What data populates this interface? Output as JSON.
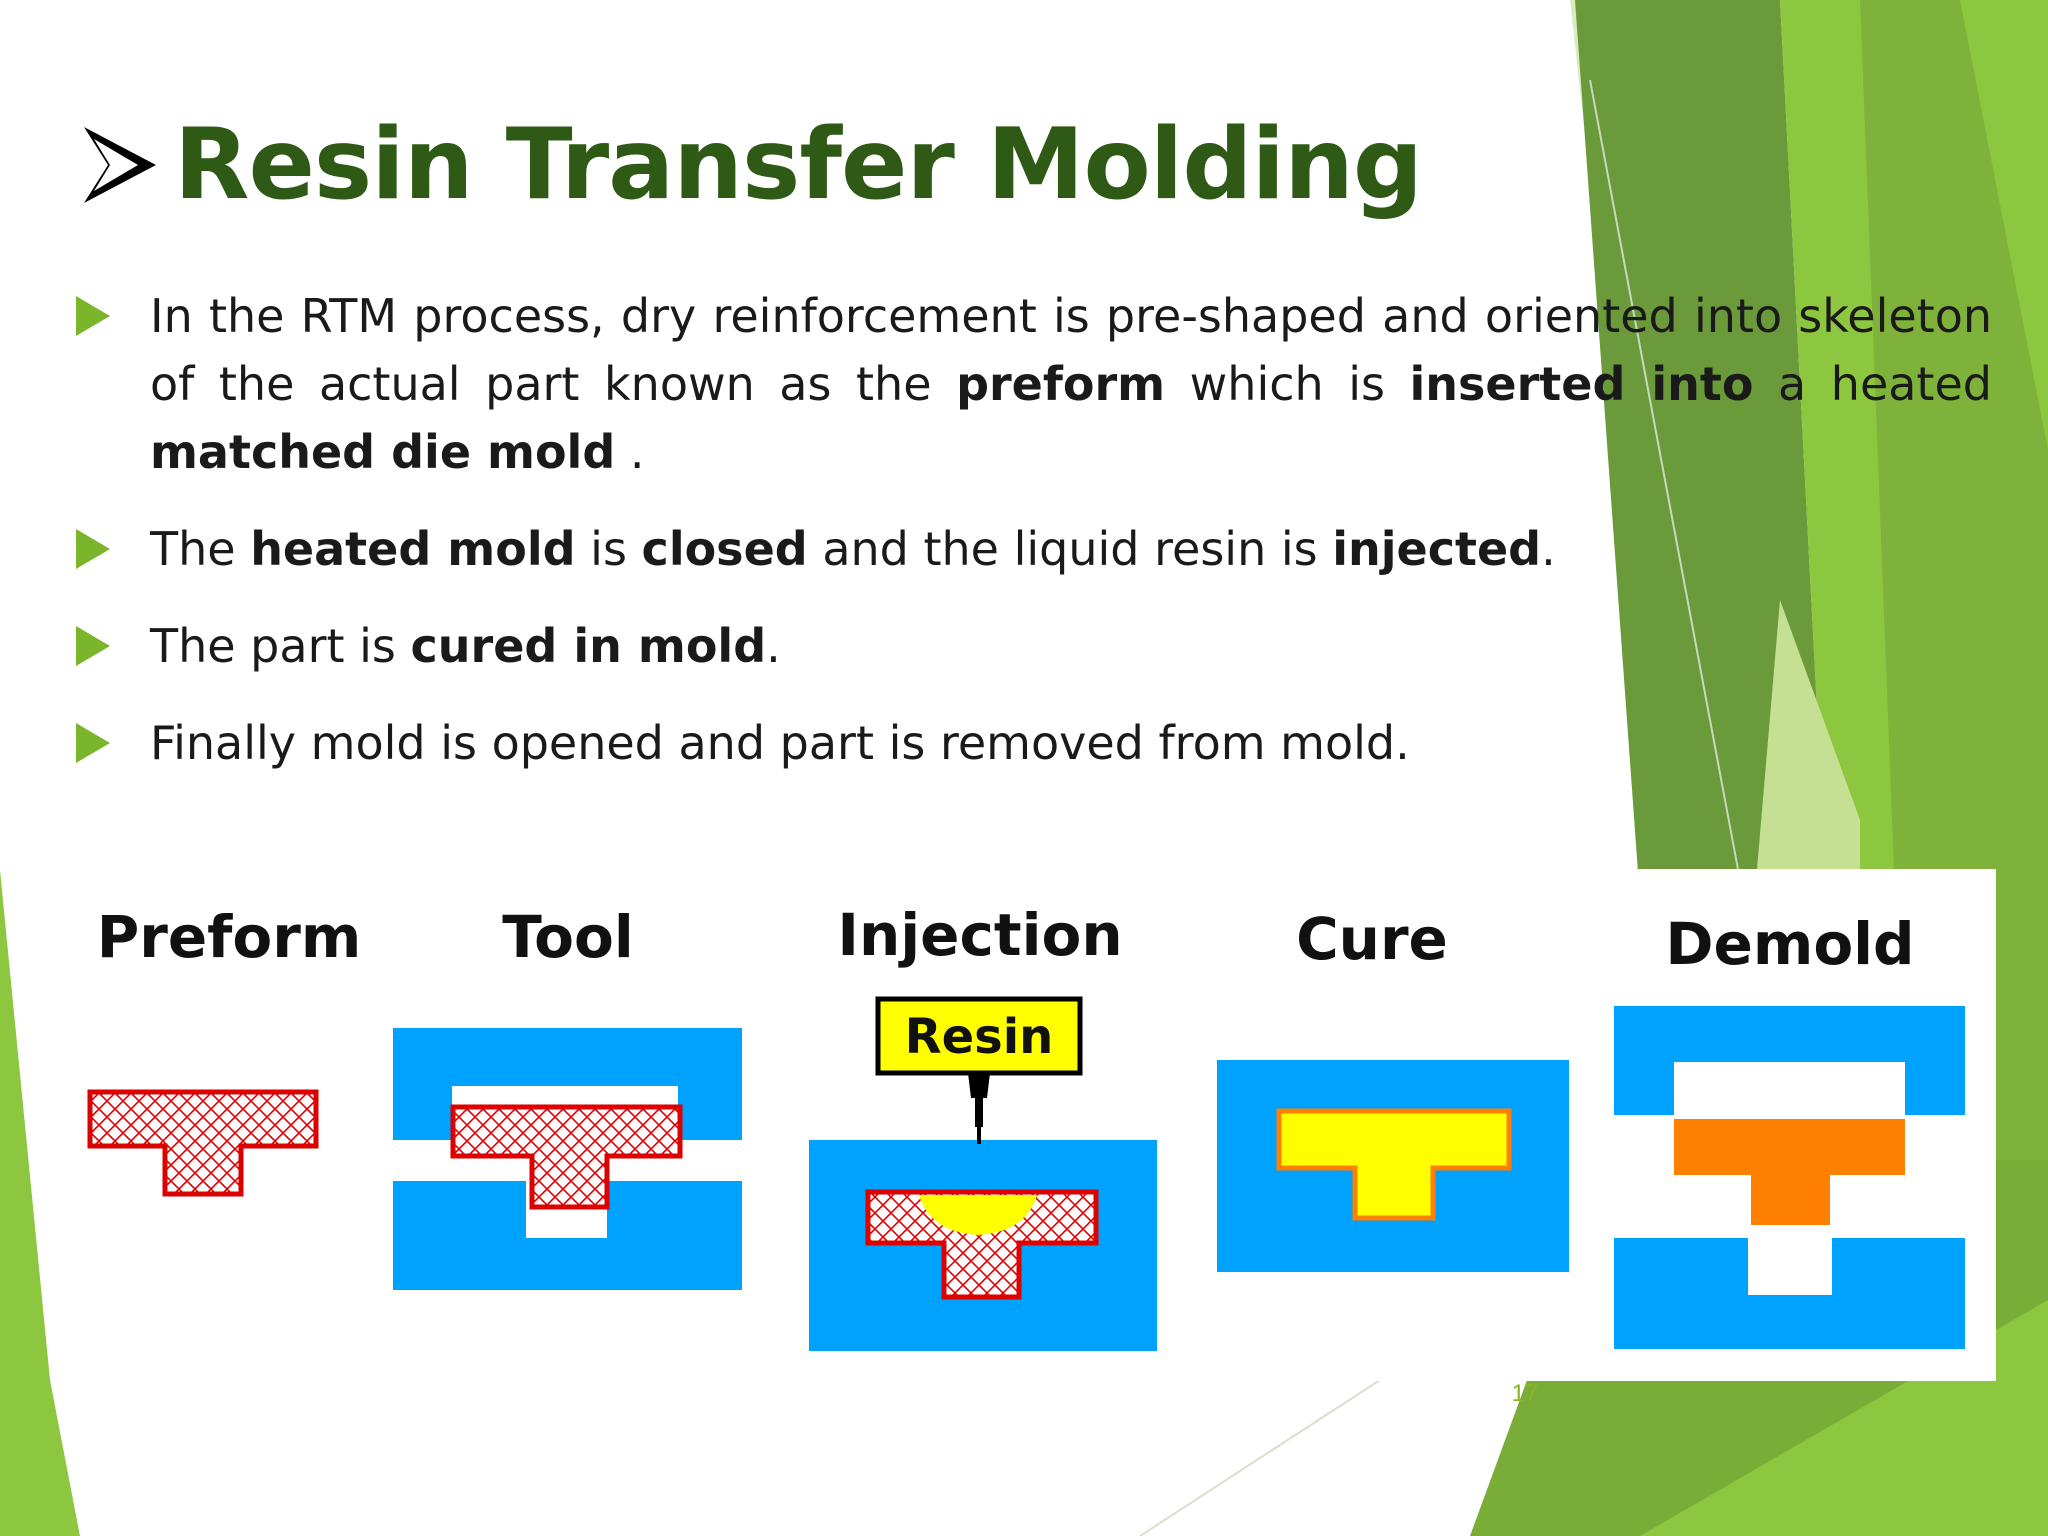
{
  "slide": {
    "title": "Resin Transfer Molding",
    "bullets": [
      {
        "segments": [
          {
            "text": "In the RTM process, dry reinforcement is pre-shaped and oriented into skeleton of the actual part known as the ",
            "bold": false
          },
          {
            "text": "preform",
            "bold": true
          },
          {
            "text": " which is ",
            "bold": false
          },
          {
            "text": "inserted into",
            "bold": true
          },
          {
            "text": " a heated ",
            "bold": false
          },
          {
            "text": "matched die mold",
            "bold": true
          },
          {
            "text": " .",
            "bold": false
          }
        ]
      },
      {
        "segments": [
          {
            "text": "The ",
            "bold": false
          },
          {
            "text": "heated mold",
            "bold": true
          },
          {
            "text": " is ",
            "bold": false
          },
          {
            "text": "closed",
            "bold": true
          },
          {
            "text": " and the liquid resin is ",
            "bold": false
          },
          {
            "text": "injected",
            "bold": true
          },
          {
            "text": ".",
            "bold": false
          }
        ]
      },
      {
        "segments": [
          {
            "text": "The part is ",
            "bold": false
          },
          {
            "text": "cured in mold",
            "bold": true
          },
          {
            "text": ".",
            "bold": false
          }
        ]
      },
      {
        "segments": [
          {
            "text": "Finally mold is opened and part is removed from mold.",
            "bold": false
          }
        ]
      }
    ],
    "page_number": "17"
  },
  "diagram": {
    "steps": [
      "Preform",
      "Tool",
      "Injection",
      "Cure",
      "Demold"
    ],
    "resin_label": "Resin"
  },
  "colors": {
    "title": "#2e5a16",
    "bullet": "#7ab52b",
    "mold_blue": "#00a2ff",
    "preform_red": "#dd0000",
    "resin_yellow": "#ffff00",
    "cured_orange": "#ff7f00",
    "accent_green": "#8dc63f"
  }
}
